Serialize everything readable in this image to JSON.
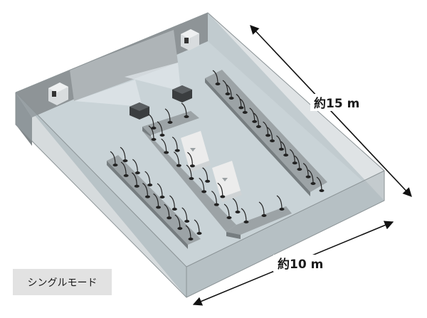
{
  "labels": {
    "depth": "約15 m",
    "width": "約10 m",
    "mode": "シングルモード"
  },
  "colors": {
    "floor": "#c9d3d7",
    "wall_back": "#8e9497",
    "wall_front": "#a5b0b4",
    "wall_top": "#b7c2c6",
    "table_top": "#9ca3a6",
    "table_side": "#767d80",
    "mic": "#222222",
    "screen": "#aeb4b7",
    "beam": "#dfe6e9",
    "access_point": "#ececec",
    "dimension_line": "#111111"
  },
  "icons": {
    "projector": "projector-icon",
    "speaker": "speaker-icon",
    "access_point": "access-point-icon",
    "microphone": "microphone-icon"
  }
}
